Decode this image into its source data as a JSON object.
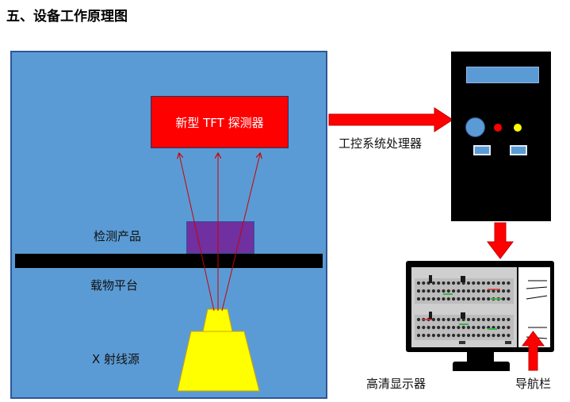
{
  "title": "五、设备工作原理图",
  "labels": {
    "detector": "新型 TFT 探测器",
    "processor": "工控系统处理器",
    "product": "检测产品",
    "platform": "载物平台",
    "source": "X 射线源",
    "monitor": "高清显示器",
    "nav_bar": "导航栏"
  },
  "colors": {
    "chamber": "#5b9bd5",
    "detector": "#ff0000",
    "product": "#7030a0",
    "source": "#ffff00",
    "arrow": "#ff0000",
    "tower": "#000000"
  },
  "icons": [
    "red-arrow-right-icon",
    "red-arrow-down-icon",
    "red-arrow-up-icon"
  ]
}
